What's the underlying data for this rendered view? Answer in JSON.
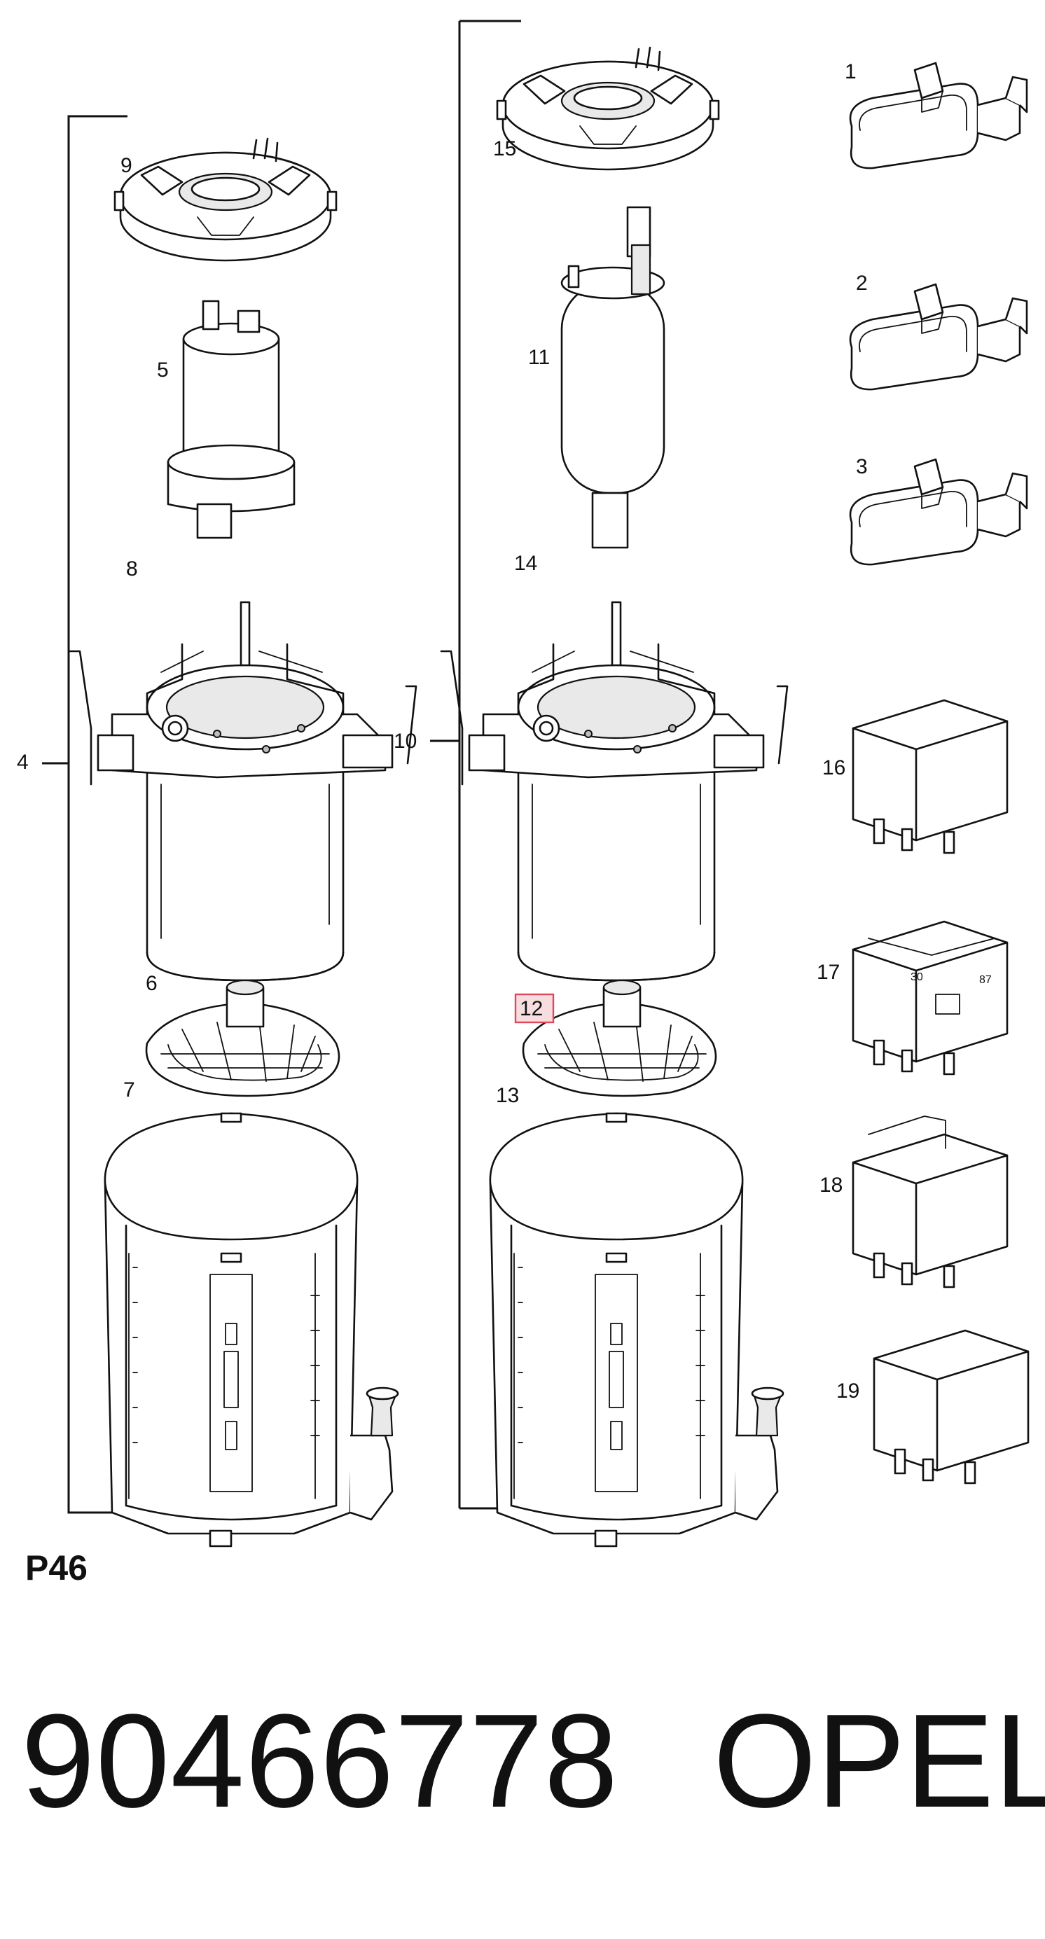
{
  "diagram": {
    "page_code": "P46",
    "part_number": "90466778",
    "brand": "OPEL",
    "highlight_color": "#e0485a",
    "callouts": {
      "c1": "1",
      "c2": "2",
      "c3": "3",
      "c4": "4",
      "c5": "5",
      "c6": "6",
      "c7": "7",
      "c8": "8",
      "c9": "9",
      "c10": "10",
      "c11": "11",
      "c12": "12",
      "c13": "13",
      "c14": "14",
      "c15": "15",
      "c16": "16",
      "c17": "17",
      "c18": "18",
      "c19": "19"
    },
    "highlighted_callout": "12"
  }
}
